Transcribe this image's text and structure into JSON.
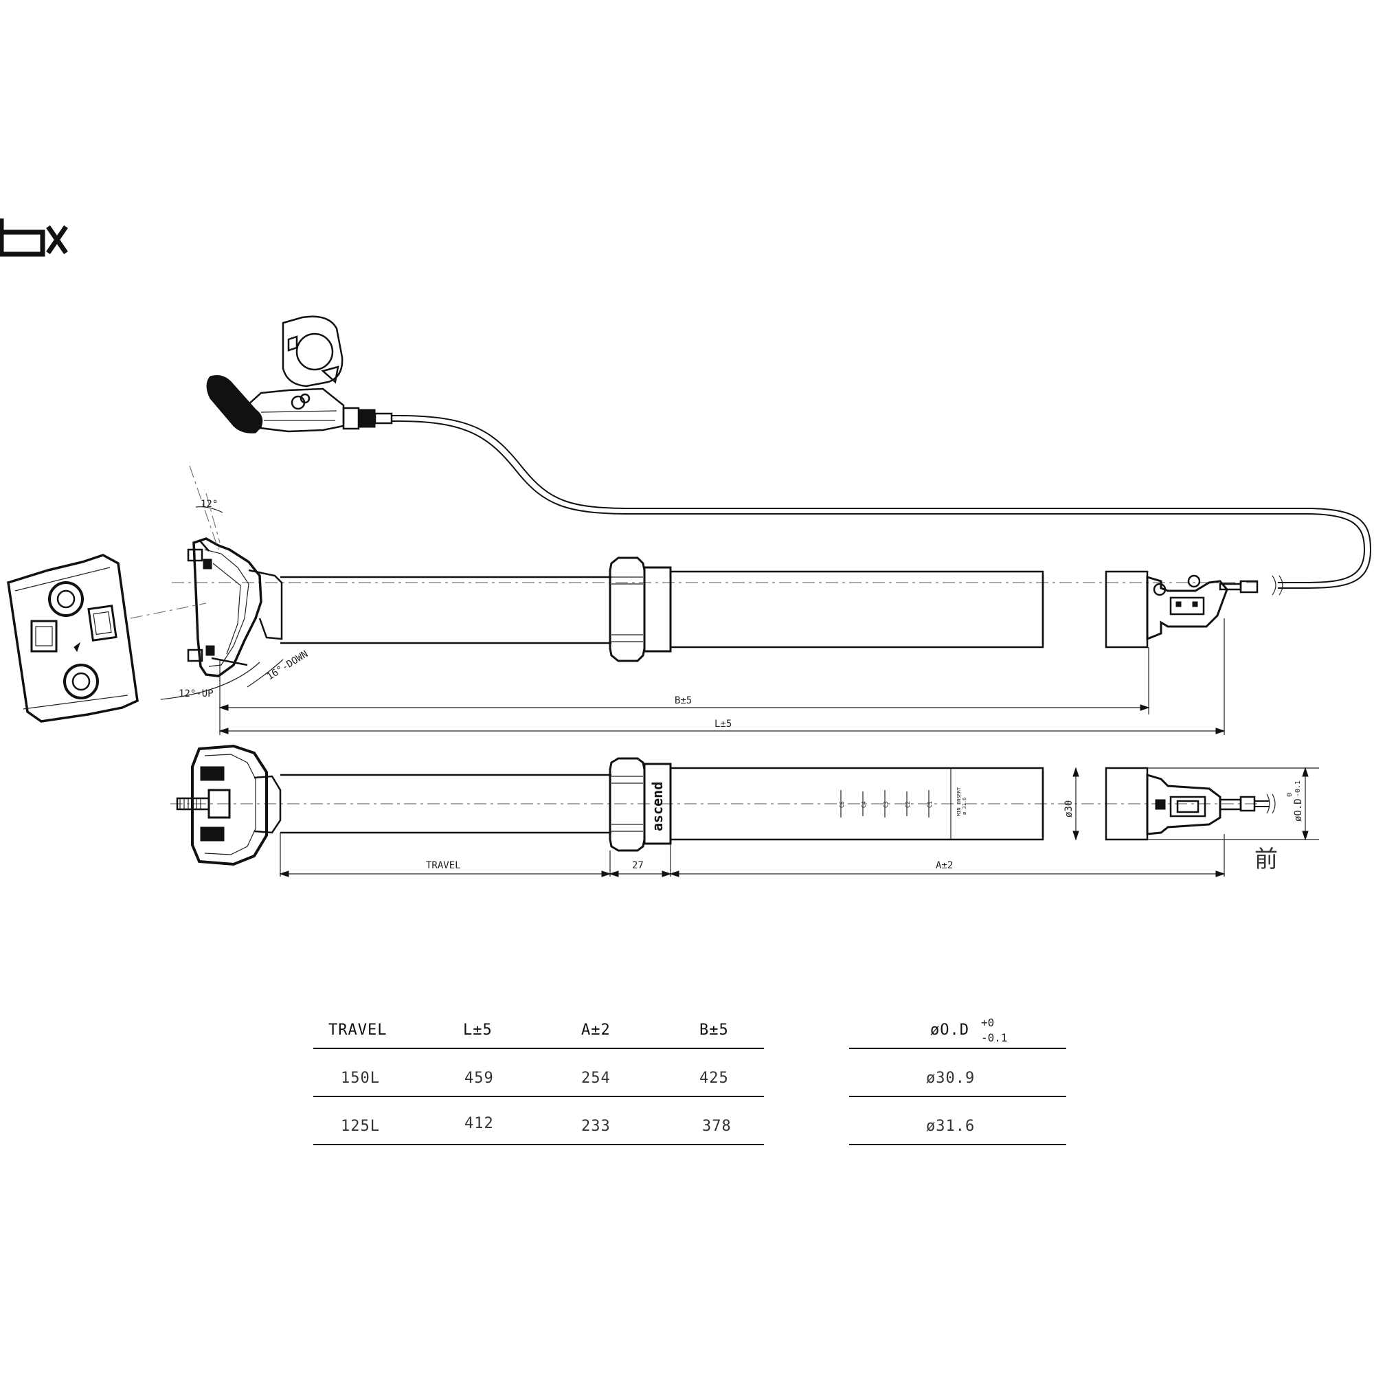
{
  "logo": {
    "text": "bx"
  },
  "side_view": {
    "angle_top": "12°",
    "angle_up": "12°-UP",
    "angle_down": "16°-DOWN",
    "dim_b": "B±5",
    "dim_l": "L±5"
  },
  "bottom_view": {
    "dim_travel": "TRAVEL",
    "dim_collar": "27",
    "dim_a": "A±2",
    "brand_on_collar": "ascend",
    "inner_diameter": "ø30",
    "outer_diameter": "øO.D",
    "od_tol_top": "0",
    "od_tol_bottom": "-0.1",
    "front_mark": "前",
    "min_insert_line1": "MIN INSERT",
    "min_insert_line2": "ø 31.6",
    "scale_marks": [
      "CS",
      "C4",
      "C3",
      "C2",
      "C1"
    ]
  },
  "spec_table": {
    "headers": [
      "TRAVEL",
      "L±5",
      "A±2",
      "B±5"
    ],
    "rows": [
      [
        "150L",
        "459",
        "254",
        "425"
      ],
      [
        "125L",
        "412",
        "233",
        "378"
      ]
    ]
  },
  "od_table": {
    "header": "øO.D",
    "tol_plus": "+0",
    "tol_minus": "-0.1",
    "rows": [
      "ø30.9",
      "ø31.6"
    ]
  },
  "colors": {
    "line": "#111111",
    "centerline": "#777777",
    "background": "#ffffff"
  }
}
